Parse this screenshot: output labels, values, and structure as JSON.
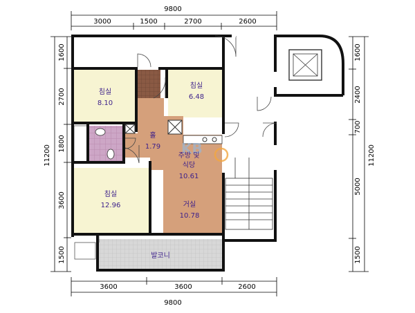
{
  "dimensions": {
    "top_total": "9800",
    "top": [
      "3000",
      "1500",
      "2700",
      "2600"
    ],
    "bottom": [
      "3600",
      "3600",
      "2600"
    ],
    "bottom_total": "9800",
    "left": [
      "1600",
      "2700",
      "1800",
      "3600",
      "1500"
    ],
    "left_total": "11200",
    "right": [
      "1600",
      "2400",
      "700",
      "5000",
      "1500"
    ],
    "right_total": "11200"
  },
  "rooms": {
    "bedroom1": {
      "name": "침실",
      "area": "8.10"
    },
    "bedroom2": {
      "name": "침실",
      "area": "6.48"
    },
    "hall": {
      "name": "홀",
      "area": "1.79"
    },
    "kitchen": {
      "name": "주방 및",
      "name2": "식당",
      "area": "10.61"
    },
    "bedroom3": {
      "name": "침실",
      "area": "12.96"
    },
    "living": {
      "name": "거실",
      "area": "10.78"
    },
    "balcony": {
      "name": "발코니"
    }
  },
  "watermark": "KB",
  "colors": {
    "floor": "#d5a07b",
    "room": "#f7f4d2",
    "bath_tile": "#cda6c6",
    "balcony_tile": "#d8d8d8",
    "stair_tile": "#8a5a44",
    "label": "#3b1e8a"
  }
}
